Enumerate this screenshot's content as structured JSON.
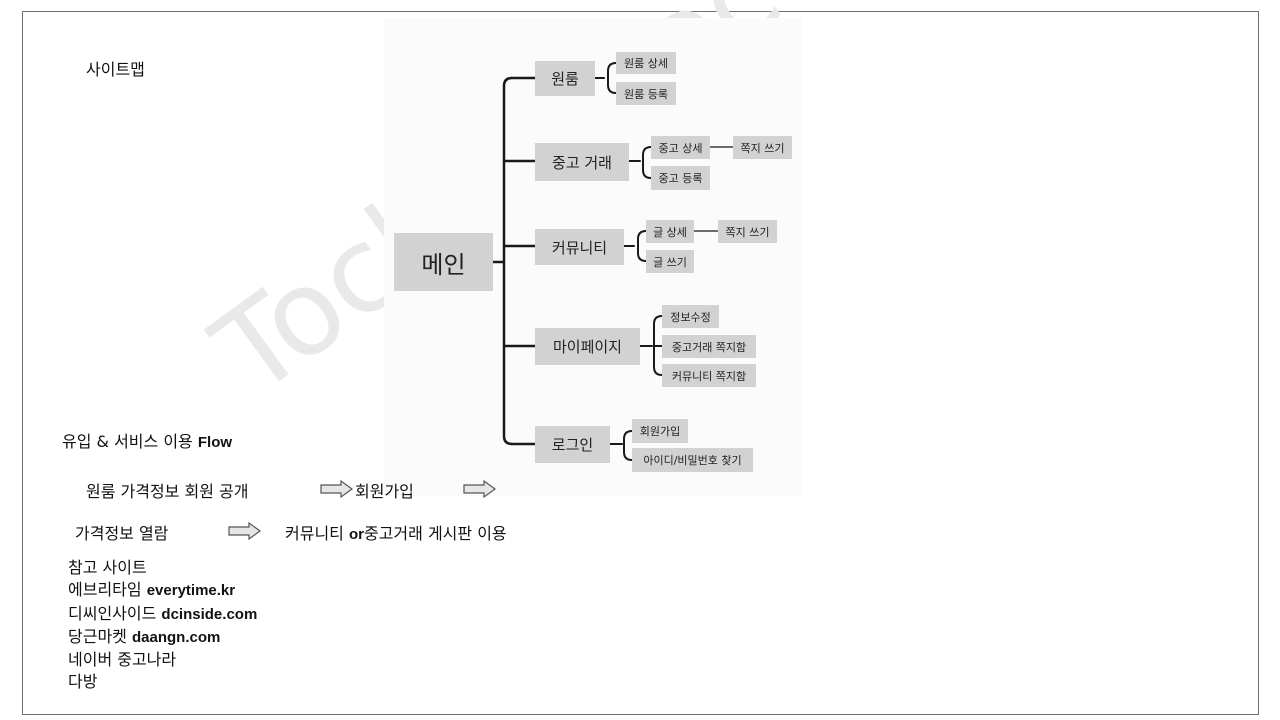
{
  "sitemap": {
    "title": "사이트맵",
    "main": "메인",
    "branches": [
      {
        "label": "원룸",
        "children": [
          "원룸 상세",
          "원룸 등록"
        ],
        "sub": "",
        "sub_of": -1
      },
      {
        "label": "중고 거래",
        "children": [
          "중고 상세",
          "중고 등록"
        ],
        "sub": "쪽지 쓰기",
        "sub_of": 0
      },
      {
        "label": "커뮤니티",
        "children": [
          "글 상세",
          "글 쓰기"
        ],
        "sub": "쪽지 쓰기",
        "sub_of": 0
      },
      {
        "label": "마이페이지",
        "children": [
          "정보수정",
          "중고거래 쪽지함",
          "커뮤니티 쪽지함"
        ],
        "sub": "",
        "sub_of": -1
      },
      {
        "label": "로그인",
        "children": [
          "회원가입",
          "아이디/비밀번호 찾기"
        ],
        "sub": "",
        "sub_of": -1
      }
    ]
  },
  "watermark": "Toch Project",
  "flow": {
    "title_ko": "유입 & 서비스 이용",
    "title_en": "Flow",
    "row1": [
      "원룸 가격정보 회원 공개",
      "회원가입"
    ],
    "row2_a": "가격정보 열람",
    "row2_b1": "커뮤니티",
    "row2_or": "or",
    "row2_b2": "중고거래 게시판 이용"
  },
  "references": {
    "title": "참고 사이트",
    "items": [
      {
        "name": "에브리타임",
        "url": "everytime.kr"
      },
      {
        "name": "디씨인사이드",
        "url": "dcinside.com"
      },
      {
        "name": "당근마켓",
        "url": "daangn.com"
      },
      {
        "name": "네이버 중고나라",
        "url": ""
      },
      {
        "name": "다방",
        "url": ""
      }
    ]
  },
  "colors": {
    "box": "#d2d2d2",
    "line": "#1a1a1a",
    "border": "#6f6f6f"
  }
}
